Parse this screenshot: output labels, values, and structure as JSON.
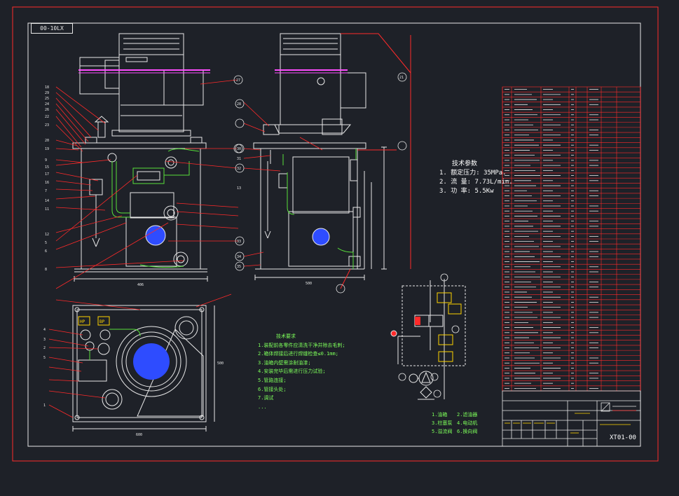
{
  "drawing_code": "00-10LX",
  "drawing_number": "XT01-00",
  "specs": {
    "title": "技术参数",
    "lines": [
      "1. 额定压力: 35MPa.",
      "2. 流 量: 7.73L/min.",
      "3. 功 率: 5.5Kw"
    ]
  },
  "notes": {
    "title": "技术要求",
    "lines": [
      "1.装配前各零件应清洗干净并除去毛刺;",
      "2.箱体焊接后进行焊缝检查≤0.1mm;",
      "3.油箱内壁需涂耐油漆;",
      "4.安装完毕后需进行压力试验;",
      "5.管路连接;",
      "6.管接头处;",
      "7.调试",
      "   ..."
    ]
  },
  "legend": {
    "rows": [
      [
        "1.油箱",
        "2.滤油器"
      ],
      [
        "3.柱塞泵",
        "4.电动机"
      ],
      [
        "5.溢流阀",
        "6.换向阀"
      ]
    ]
  },
  "top_view_labels": {
    "hp": "HP",
    "bp": "BP"
  },
  "dimensions": [
    "406",
    "500",
    "600",
    "500"
  ],
  "front_callouts": [
    "18",
    "29",
    "25",
    "24",
    "26",
    "22",
    "23",
    "20",
    "19",
    "9",
    "15",
    "17",
    "16",
    "7",
    "14",
    "11",
    "12",
    "5",
    "6",
    "8"
  ],
  "side_callouts": [
    "27",
    "28",
    "21",
    "30",
    "31",
    "32",
    "13",
    "33",
    "34",
    "35"
  ],
  "top_callouts": [
    "4",
    "3",
    "2",
    "5",
    "1"
  ],
  "colors": {
    "background": "#1e2128",
    "line": "#e8e8e8",
    "red": "#ff2a2a",
    "green": "#58e03a",
    "blue": "#2e4cff",
    "magenta": "#ff4cff",
    "yellow": "#ffd400"
  }
}
